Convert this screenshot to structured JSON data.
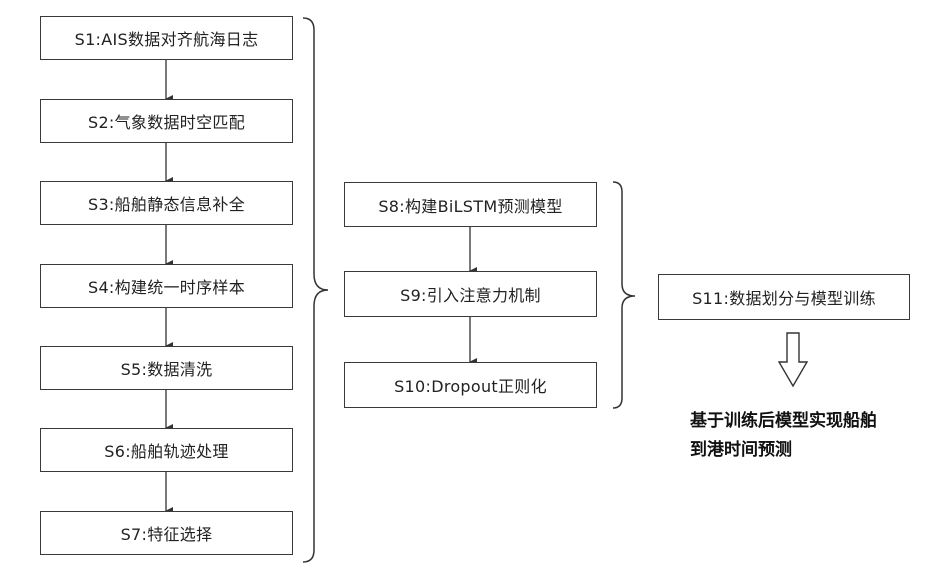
{
  "column1": {
    "steps": [
      {
        "label": "S1:AIS数据对齐航海日志"
      },
      {
        "label": "S2:气象数据时空匹配"
      },
      {
        "label": "S3:船舶静态信息补全"
      },
      {
        "label": "S4:构建统一时序样本"
      },
      {
        "label": "S5:数据清洗"
      },
      {
        "label": "S6:船舶轨迹处理"
      },
      {
        "label": "S7:特征选择"
      }
    ]
  },
  "column2": {
    "steps": [
      {
        "label": "S8:构建BiLSTM预测模型"
      },
      {
        "label": "S9:引入注意力机制"
      },
      {
        "label": "S10:Dropout正则化"
      }
    ]
  },
  "column3": {
    "step": {
      "label": "S11:数据划分与模型训练"
    }
  },
  "result": {
    "line1": "基于训练后模型实现船舶",
    "line2": "到港时间预测"
  }
}
